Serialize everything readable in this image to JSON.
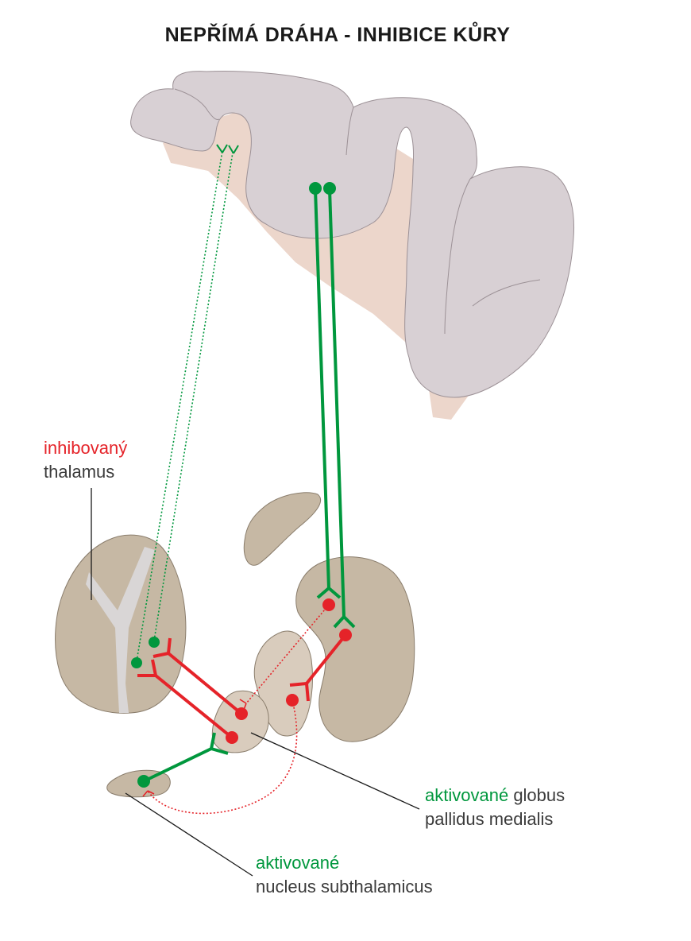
{
  "title": "NEPŘÍMÁ DRÁHA - INHIBICE KŮRY",
  "colors": {
    "excitatory": "#00973d",
    "inhibitory": "#e52329",
    "cortex": "#d8d0d4",
    "white_matter": "#ecd6cb",
    "nuclei": "#c6b8a4",
    "nuclei_light": "#d9ccbd"
  },
  "labels": {
    "thalamus": {
      "state": "inhibovaný",
      "name": "thalamus"
    },
    "globus_pallidus": {
      "state": "aktivované",
      "name_part1": "globus",
      "name_part2": "pallidus medialis"
    },
    "subthalamic": {
      "state": "aktivované",
      "name": "nucleus subthalamicus"
    }
  }
}
